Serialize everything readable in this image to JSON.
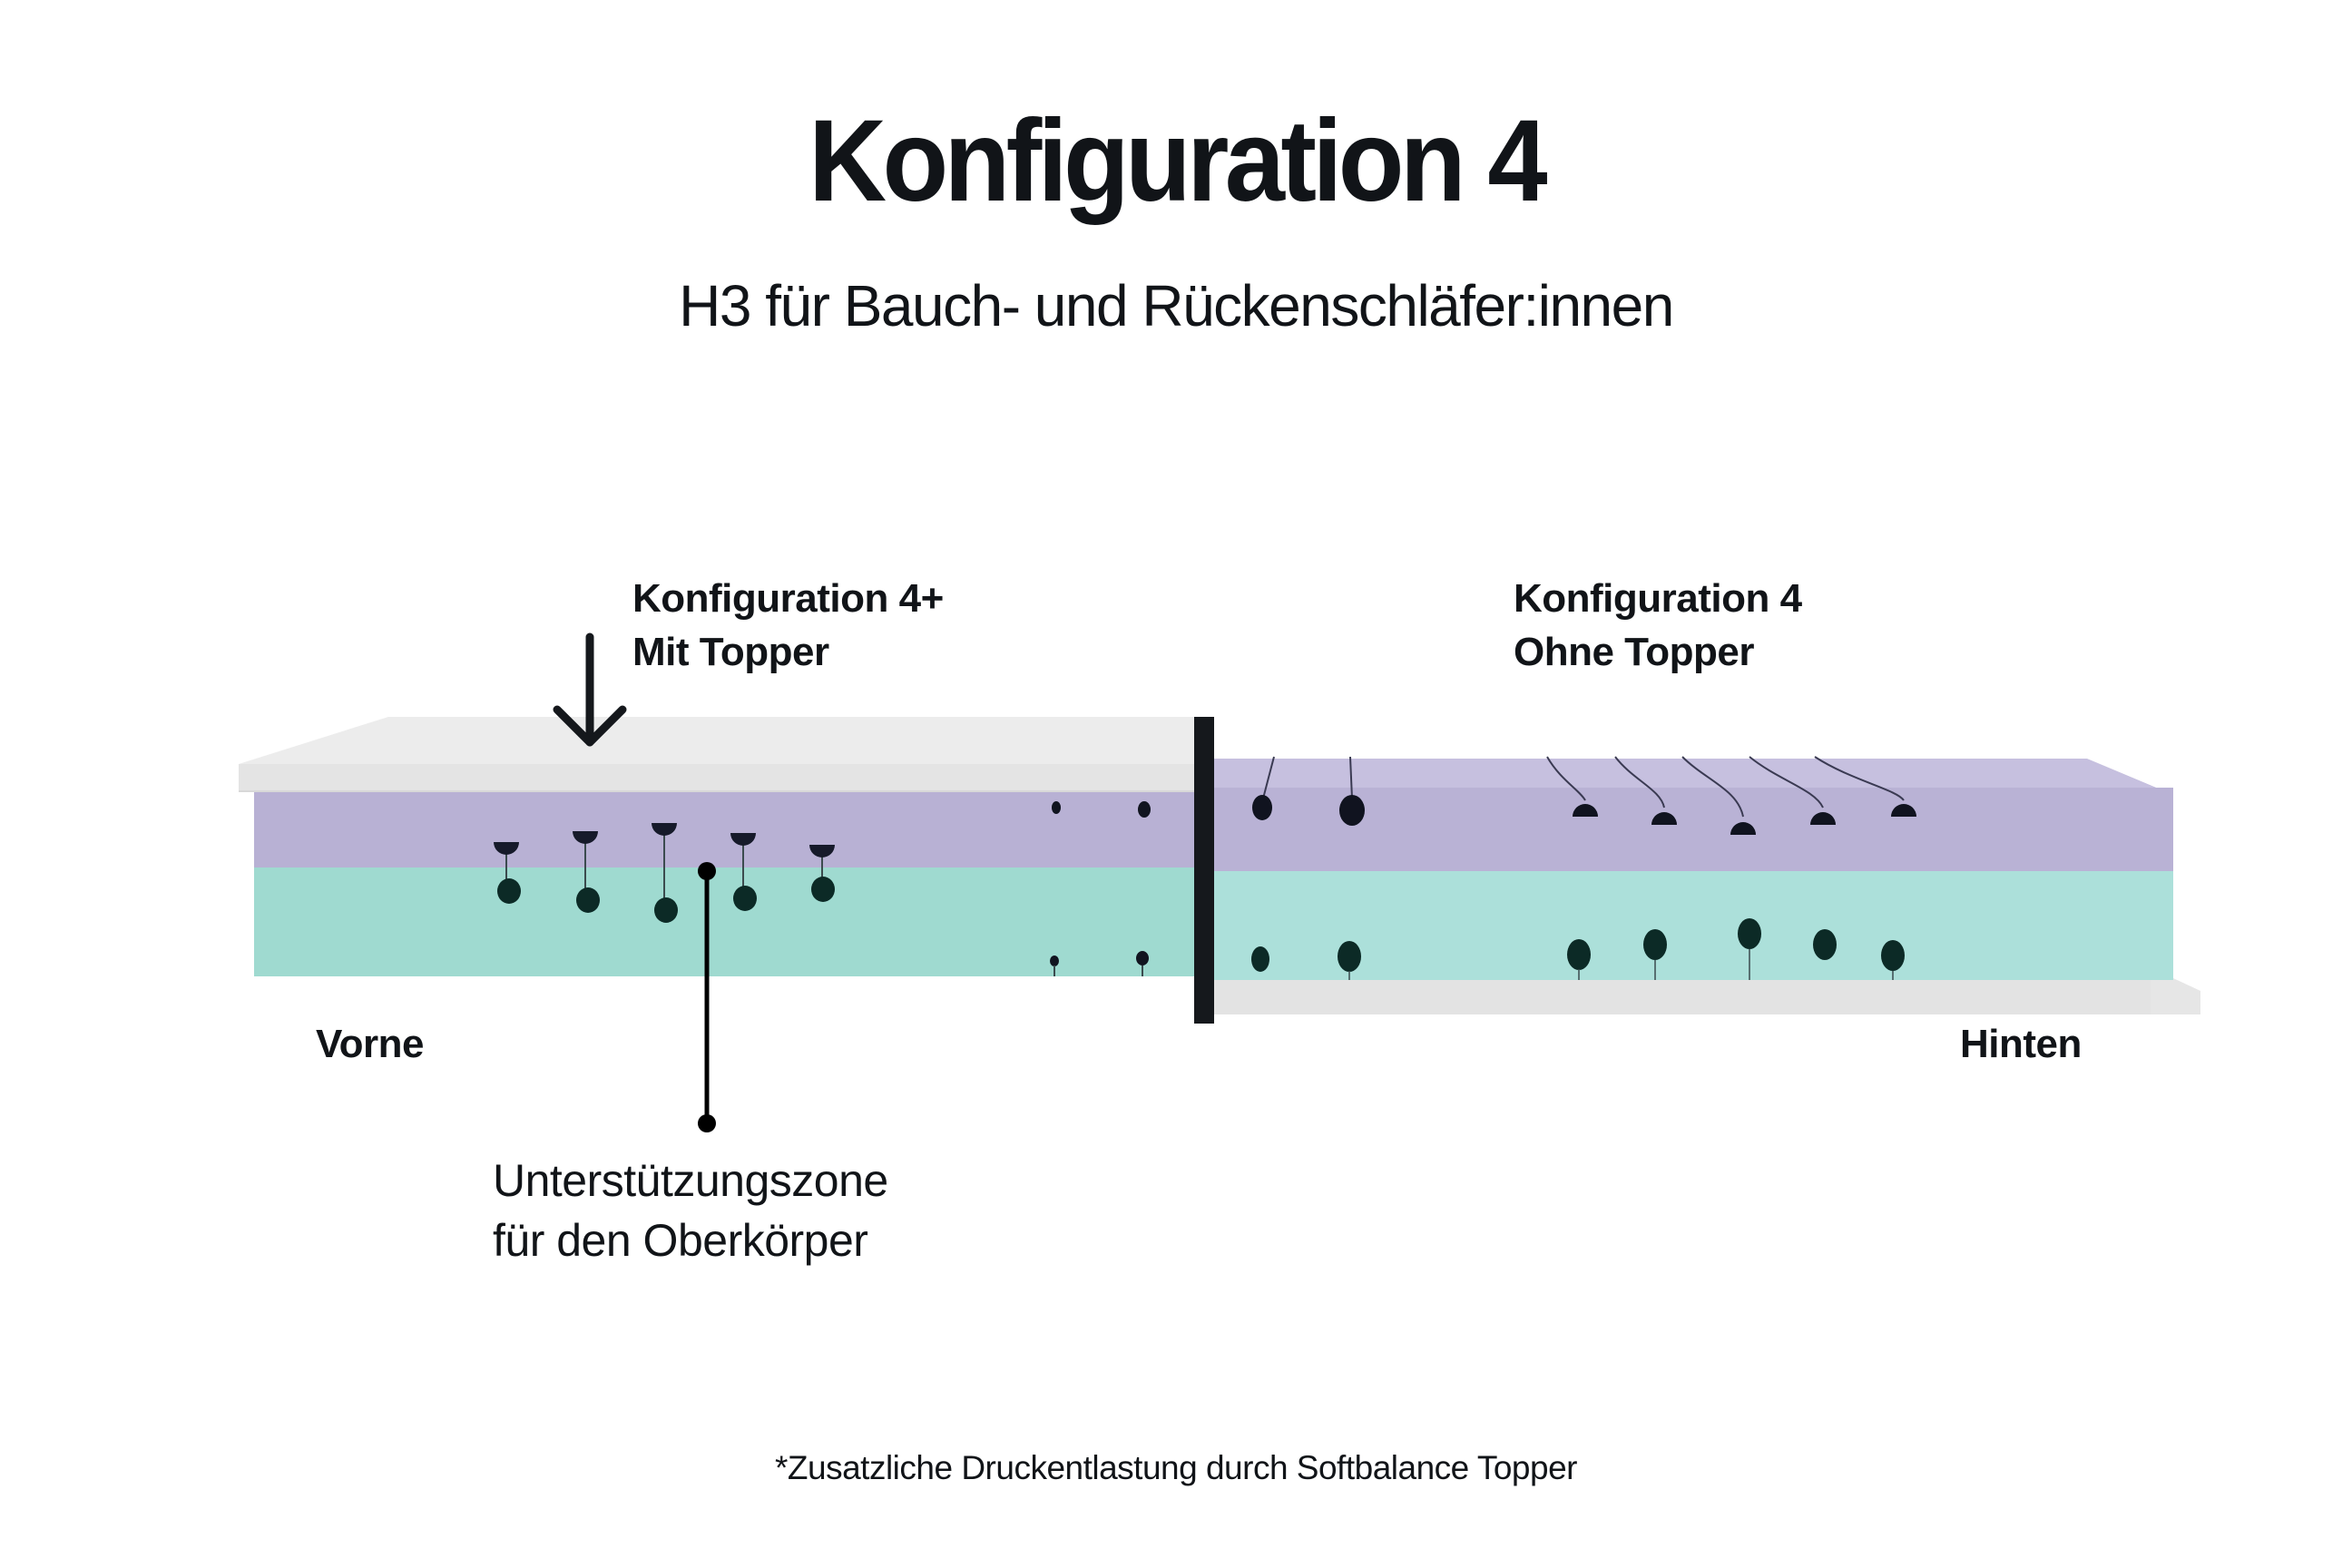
{
  "header": {
    "title": "Konfiguration 4",
    "subtitle": "H3 für Bauch- und Rückenschläfer:innen"
  },
  "sections": {
    "with_topper": {
      "line1": "Konfiguration 4+",
      "line2": "Mit Topper"
    },
    "without_topper": {
      "line1": "Konfiguration 4",
      "line2": "Ohne Topper"
    }
  },
  "orientation": {
    "front": "Vorne",
    "back": "Hinten"
  },
  "callout": {
    "line1": "Unterstützungszone",
    "line2": "für den Oberkörper"
  },
  "footnote": "*Zusatzliche Druckentlastung durch Softbalance Topper",
  "colors": {
    "topper": "#e6e6e6",
    "topper_top": "#ededed",
    "comfort_layer_purple": "#b8b1d4",
    "comfort_layer_purple_top": "#c6c0df",
    "core_layer_teal": "#9fdad0",
    "core_layer_teal_right": "#ace0da",
    "base": "#e3e3e3",
    "divider": "#15181c",
    "hole": "#0f1620",
    "text": "#111418"
  },
  "icons": {
    "arrow": "arrow-down-icon",
    "divider": "divider-bar"
  }
}
